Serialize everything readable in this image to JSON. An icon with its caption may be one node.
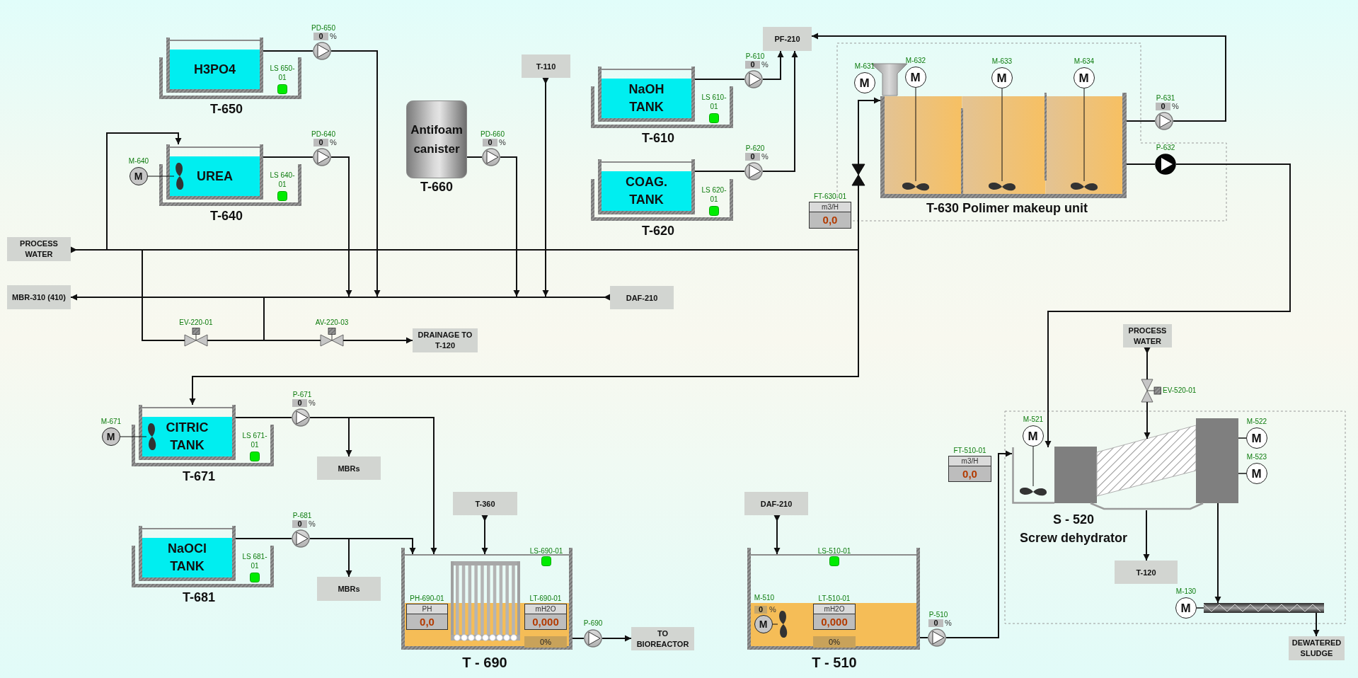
{
  "diagram": {
    "nodes": [
      {
        "text": [
          "H3PO4",
          "T-650"
        ],
        "beside": [
          "LS 650-01"
        ]
      },
      {
        "text": [],
        "shape": "pump",
        "beside": [
          "PD-650",
          "0",
          "%"
        ]
      },
      {
        "text": [
          "UREA",
          "T-640"
        ],
        "beside": [
          "LS 640-01"
        ]
      },
      {
        "text": [],
        "shape": "propeller",
        "in": 2
      },
      {
        "text": [
          "M"
        ],
        "beside": [
          "M-640"
        ]
      },
      {
        "text": [],
        "shape": "pump",
        "beside": [
          "PD-640",
          "0",
          "%"
        ]
      },
      {
        "text": [
          "PROCESS WATER"
        ]
      },
      {
        "text": [
          "MBR-310 (410)"
        ]
      },
      {
        "text": [
          "Antifoam canister",
          "T-660"
        ]
      },
      {
        "text": [],
        "shape": "pump",
        "beside": [
          "PD-660",
          "0",
          "%"
        ]
      },
      {
        "text": [
          "T-110"
        ]
      },
      {
        "text": [
          "NaOH TANK",
          "T-610"
        ],
        "beside": [
          "LS 610-01"
        ]
      },
      {
        "text": [],
        "shape": "pump",
        "beside": [
          "P-610",
          "0",
          "%"
        ]
      },
      {
        "text": [
          "COAG. TANK",
          "T-620"
        ],
        "beside": [
          "LS 620-01"
        ]
      },
      {
        "text": [],
        "shape": "pump",
        "beside": [
          "P-620",
          "0",
          "%"
        ]
      },
      {
        "text": [
          "PF-210"
        ]
      },
      {
        "text": [
          "M"
        ],
        "beside": [
          "M-631"
        ]
      },
      {
        "text": [
          "M"
        ],
        "beside": [
          "M-632"
        ]
      },
      {
        "text": [
          "M"
        ],
        "beside": [
          "M-633"
        ]
      },
      {
        "text": [
          "M"
        ],
        "beside": [
          "M-634"
        ]
      },
      {
        "text": [
          "T-630 Polimer makeup unit"
        ]
      },
      {
        "text": [],
        "shape": "propeller",
        "in": 20
      },
      {
        "text": [],
        "shape": "propeller",
        "in": 20
      },
      {
        "text": [],
        "shape": "propeller",
        "in": 20
      },
      {
        "text": [],
        "shape": "valve"
      },
      {
        "text": [
          "m3/H",
          "0,0"
        ],
        "beside": [
          "FT-630-01"
        ]
      },
      {
        "text": [],
        "shape": "pump",
        "beside": [
          "P-631",
          "0",
          "%"
        ]
      },
      {
        "text": [],
        "shape": "pump",
        "beside": [
          "P-632"
        ]
      },
      {
        "text": [
          "DAF-210"
        ]
      },
      {
        "text": [],
        "shape": "valve",
        "beside": [
          "EV-220-01"
        ]
      },
      {
        "text": [],
        "shape": "valve",
        "beside": [
          "AV-220-03"
        ]
      },
      {
        "text": [
          "DRAINAGE TO T-120"
        ]
      },
      {
        "text": [
          "M"
        ],
        "beside": [
          "M-671"
        ]
      },
      {
        "text": [
          "CITRIC TANK",
          "T-671"
        ],
        "beside": [
          "LS 671-01"
        ]
      },
      {
        "text": [],
        "shape": "propeller",
        "in": 33
      },
      {
        "text": [],
        "shape": "pump",
        "beside": [
          "P-671",
          "0",
          "%"
        ]
      },
      {
        "text": [
          "MBRs"
        ]
      },
      {
        "text": [
          "NaOCl TANK",
          "T-681"
        ],
        "beside": [
          "LS 681-01"
        ]
      },
      {
        "text": [],
        "shape": "pump",
        "beside": [
          "P-681",
          "0",
          "%"
        ]
      },
      {
        "text": [
          "MBRs"
        ]
      },
      {
        "text": [
          "T-360"
        ]
      },
      {
        "text": [
          "LS-690-01",
          "T - 690"
        ]
      },
      {
        "text": [
          "PH",
          "0,0"
        ],
        "beside": [
          "PH-690-01"
        ],
        "in": 41
      },
      {
        "text": [
          "mH2O",
          "0,000"
        ],
        "beside": [
          "LT-690-01"
        ],
        "in": 41
      },
      {
        "text": [
          "0%"
        ],
        "in": 41
      },
      {
        "text": [],
        "shape": "pump",
        "beside": [
          "P-690"
        ]
      },
      {
        "text": [
          "TO BIOREACTOR"
        ]
      },
      {
        "text": [
          "DAF-210"
        ]
      },
      {
        "text": [
          "LS-510-01",
          "T - 510"
        ]
      },
      {
        "text": [
          "M"
        ],
        "beside": [
          "M-510",
          "0",
          "%"
        ],
        "in": 48
      },
      {
        "text": [],
        "shape": "propeller",
        "in": 48
      },
      {
        "text": [
          "mH2O",
          "0,000"
        ],
        "beside": [
          "LT-510-01"
        ],
        "in": 48
      },
      {
        "text": [
          "0%"
        ],
        "in": 48
      },
      {
        "text": [],
        "shape": "pump",
        "beside": [
          "P-510",
          "0",
          "%"
        ]
      },
      {
        "text": [
          "m3/H",
          "0,0"
        ],
        "beside": [
          "FT-510-01"
        ]
      },
      {
        "text": [
          "PROCESS WATER"
        ]
      },
      {
        "text": [],
        "shape": "valve",
        "beside": [
          "EV-520-01"
        ]
      },
      {
        "text": [],
        "shape": "screw",
        "beside": [
          "S - 520",
          "Screw dehydrator"
        ]
      },
      {
        "text": [],
        "shape": "tank"
      },
      {
        "text": [
          "M"
        ],
        "beside": [
          "M-521"
        ]
      },
      {
        "text": [],
        "shape": "propeller",
        "in": 58
      },
      {
        "text": [
          "M"
        ],
        "beside": [
          "M-522"
        ]
      },
      {
        "text": [
          "M"
        ],
        "beside": [
          "M-523"
        ]
      },
      {
        "text": [
          "T-120"
        ]
      },
      {
        "text": [
          "M"
        ],
        "beside": [
          "M-130"
        ]
      },
      {
        "text": [],
        "shape": "conveyor"
      },
      {
        "text": [
          "DEWATERED SLUDGE"
        ]
      },
      {
        "text": [],
        "shape": "bar"
      },
      {
        "text": [],
        "shape": "bar"
      }
    ],
    "edges": [
      {
        "from": 6,
        "to": 68,
        "arrow": "to"
      },
      {
        "from": 68,
        "to": 2,
        "arrow": "to"
      },
      {
        "from": 68,
        "to": 29,
        "arrow": "none"
      },
      {
        "from": 29,
        "to": 30,
        "arrow": "none"
      },
      {
        "from": 30,
        "to": 31,
        "arrow": "to"
      },
      {
        "from": 68,
        "to": 24,
        "arrow": "none"
      },
      {
        "from": 24,
        "to": 20,
        "arrow": "to"
      },
      {
        "from": 68,
        "to": 33,
        "arrow": "to"
      },
      {
        "from": 1,
        "to": 67,
        "arrow": "to"
      },
      {
        "from": 5,
        "to": 67,
        "arrow": "to"
      },
      {
        "from": 9,
        "to": 67,
        "arrow": "to"
      },
      {
        "from": 10,
        "to": 67,
        "arrow": "to"
      },
      {
        "from": 28,
        "to": 67,
        "arrow": "to"
      },
      {
        "from": 67,
        "to": 7,
        "arrow": "to"
      },
      {
        "from": 67,
        "to": 30,
        "arrow": "none"
      },
      {
        "from": 0,
        "to": 1,
        "arrow": "none"
      },
      {
        "from": 2,
        "to": 5,
        "arrow": "none"
      },
      {
        "from": 8,
        "to": 9,
        "arrow": "none"
      },
      {
        "from": 11,
        "to": 12,
        "arrow": "none"
      },
      {
        "from": 13,
        "to": 14,
        "arrow": "none"
      },
      {
        "from": 12,
        "to": 15,
        "arrow": "to"
      },
      {
        "from": 14,
        "to": 15,
        "arrow": "to"
      },
      {
        "from": 20,
        "to": 26,
        "arrow": "none"
      },
      {
        "from": 20,
        "to": 27,
        "arrow": "none"
      },
      {
        "from": 26,
        "to": 15,
        "arrow": "to"
      },
      {
        "from": 27,
        "to": 58,
        "arrow": "to"
      },
      {
        "from": 4,
        "to": 3,
        "arrow": "none"
      },
      {
        "from": 17,
        "to": 21,
        "arrow": "none"
      },
      {
        "from": 18,
        "to": 22,
        "arrow": "none"
      },
      {
        "from": 19,
        "to": 23,
        "arrow": "none"
      },
      {
        "from": 32,
        "to": 34,
        "arrow": "none"
      },
      {
        "from": 33,
        "to": 35,
        "arrow": "none"
      },
      {
        "from": 35,
        "to": 36,
        "arrow": "to"
      },
      {
        "from": 35,
        "to": 41,
        "arrow": "to"
      },
      {
        "from": 37,
        "to": 38,
        "arrow": "none"
      },
      {
        "from": 38,
        "to": 39,
        "arrow": "to"
      },
      {
        "from": 38,
        "to": 41,
        "arrow": "to"
      },
      {
        "from": 40,
        "to": 41,
        "arrow": "to"
      },
      {
        "from": 41,
        "to": 45,
        "arrow": "none"
      },
      {
        "from": 45,
        "to": 46,
        "arrow": "to"
      },
      {
        "from": 47,
        "to": 48,
        "arrow": "to"
      },
      {
        "from": 49,
        "to": 50,
        "arrow": "none"
      },
      {
        "from": 48,
        "to": 53,
        "arrow": "none"
      },
      {
        "from": 53,
        "to": 58,
        "arrow": "to"
      },
      {
        "from": 55,
        "to": 56,
        "arrow": "to"
      },
      {
        "from": 56,
        "to": 57,
        "arrow": "to"
      },
      {
        "from": 59,
        "to": 60,
        "arrow": "none"
      },
      {
        "from": 61,
        "to": 57,
        "arrow": "none"
      },
      {
        "from": 62,
        "to": 57,
        "arrow": "none"
      },
      {
        "from": 57,
        "to": 63,
        "arrow": "to"
      },
      {
        "from": 57,
        "to": 65,
        "arrow": "to"
      },
      {
        "from": 64,
        "to": 65,
        "arrow": "none"
      },
      {
        "from": 65,
        "to": 66,
        "arrow": "to"
      }
    ]
  }
}
